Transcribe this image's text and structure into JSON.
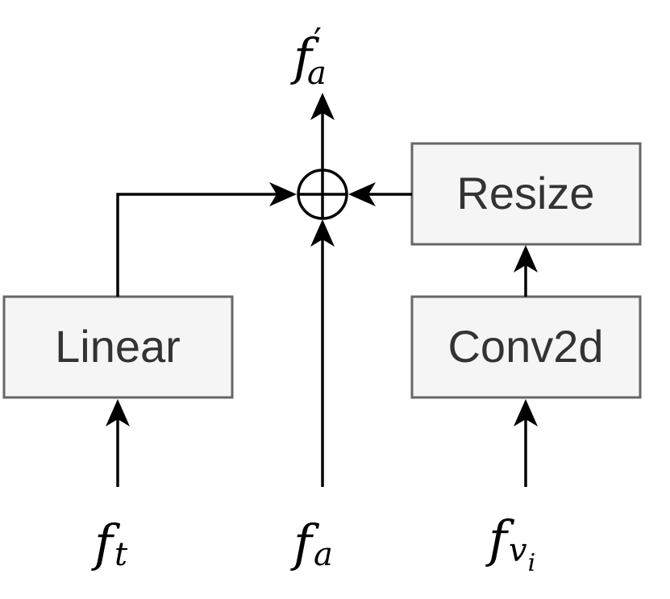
{
  "blocks": {
    "linear": "Linear",
    "resize": "Resize",
    "conv2d": "Conv2d"
  },
  "symbols": {
    "ft": {
      "base": "f",
      "sub": "t"
    },
    "fa": {
      "base": "f",
      "sub": "a"
    },
    "fvi": {
      "base": "f",
      "sub": "v",
      "subsub": "i"
    },
    "fa_out": {
      "base": "f",
      "sub": "a",
      "prime": "′"
    }
  },
  "operator": "sum-circle"
}
